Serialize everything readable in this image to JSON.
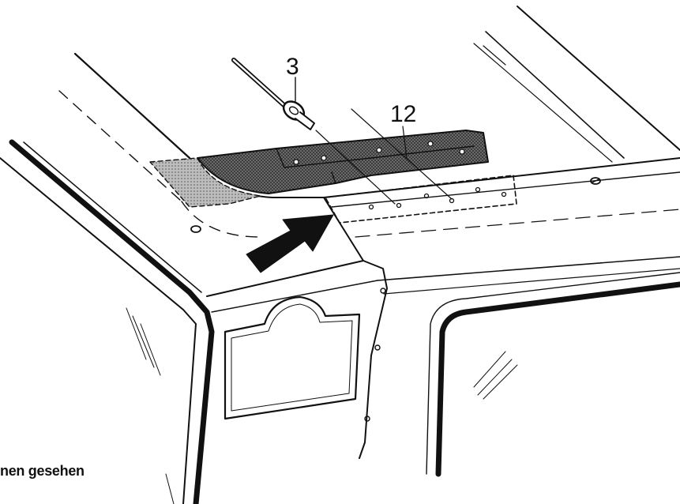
{
  "callouts": {
    "part_3": "3",
    "part_12": "12"
  },
  "caption": "nen gesehen",
  "colors": {
    "ink": "#111111",
    "hatch": "#3a3a3a",
    "paper": "#ffffff"
  }
}
